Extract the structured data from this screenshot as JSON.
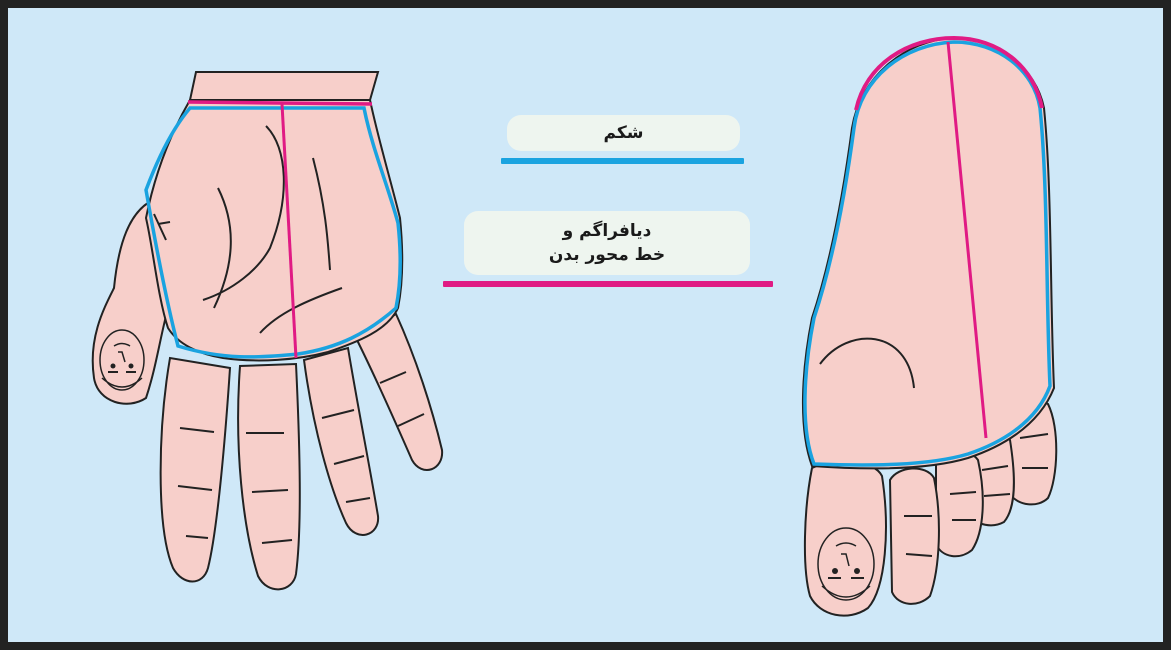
{
  "colors": {
    "background": "#cfe8f8",
    "border": "#222222",
    "skin": "#f7cfca",
    "outline": "#222222",
    "abdomen_line": "#1aa3e0",
    "diaphragm_line": "#e01b84"
  },
  "legend": {
    "abdomen": {
      "label": "شکم",
      "color": "#1aa3e0"
    },
    "diaphragm": {
      "line1": "دیافراگم و",
      "line2": "خط محور بدن",
      "color": "#e01b84"
    }
  },
  "figures": {
    "hand": {
      "icon": "hand-palm-icon"
    },
    "foot": {
      "icon": "foot-sole-icon"
    },
    "face": {
      "icon": "face-icon"
    }
  }
}
